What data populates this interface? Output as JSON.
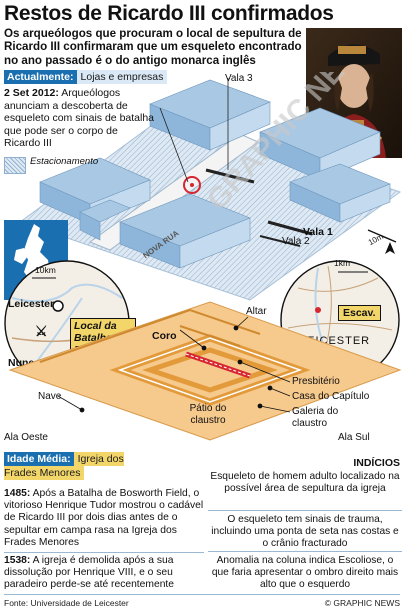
{
  "header": {
    "title": "Restos de Ricardo III confirmados",
    "intro": "Os arqueólogos que procuram o local de sepultura de Ricardo III confirmaram que um esqueleto encontrado no ano passado é o do antigo monarca inglês"
  },
  "legend": {
    "actual_label": "Actualmente:",
    "actual_value": "Lojas e empresas",
    "parking_label": "Estacionamento",
    "medieval_label": "Idade Média:",
    "medieval_value": "Igreja dos Frades Menores"
  },
  "announcement": {
    "date": "2 Set 2012:",
    "text": "Arqueólogos anunciam a descoberta de esqueleto com sinais de batalha que pode ser o corpo de Ricardo III"
  },
  "site_labels": {
    "vala3": "Vala 3",
    "vala1": "Vala 1",
    "vala2": "Vala 2",
    "street": "NOVA RUA",
    "scale": "10m",
    "watermark": "GRAPHIC NEWS"
  },
  "maps": {
    "uk_scale": "10km",
    "leicester": "Leicester",
    "nuneaton": "Nuneaton",
    "battle": "Local da Batalha de Bosworth",
    "city_scale": "1km",
    "escav": "Escav.",
    "city": "LEICESTER"
  },
  "church_labels": {
    "altar": "Altar",
    "coro": "Coro",
    "presbiterio": "Presbitério",
    "casa_capitulo": "Casa do Capítulo",
    "nave": "Nave",
    "patio": "Pátio do claustro",
    "galeria": "Galeria do claustro",
    "ala_oeste": "Ala Oeste",
    "ala_sul": "Ala Sul"
  },
  "indicios": {
    "heading": "INDÍCIOS",
    "items": [
      "Esqueleto de homem adulto localizado na possível área de sepultura da igreja",
      "O esqueleto tem sinais de trauma, incluindo uma ponta de seta nas costas e o crânio fracturado",
      "Anomalia na coluna indica Escoliose, o que faria apresentar o ombro direito mais alto que o esquerdo"
    ]
  },
  "history": {
    "y1485": "1485:",
    "t1485": "Após a Batalha de Bosworth Field, o vitorioso Henrique Tudor mostrou o cadável de Ricardo III por dois dias antes de o sepultar em campa rasa na Igreja dos Frades Menores",
    "y1538": "1538:",
    "t1538": "A igreja é demolida após a sua dissolução por Henrique VIII, e o seu paradeiro perde-se até recentemente"
  },
  "footer": {
    "source": "Fonte: Universidade de Leicester",
    "copyright": "© GRAPHIC NEWS"
  },
  "colors": {
    "accent_blue": "#1a6fb0",
    "building_blue": "#a9c8e4",
    "church_orange": "#e8a94c",
    "highlight_yellow": "#f3d66a",
    "trench_red": "#d7262f"
  }
}
